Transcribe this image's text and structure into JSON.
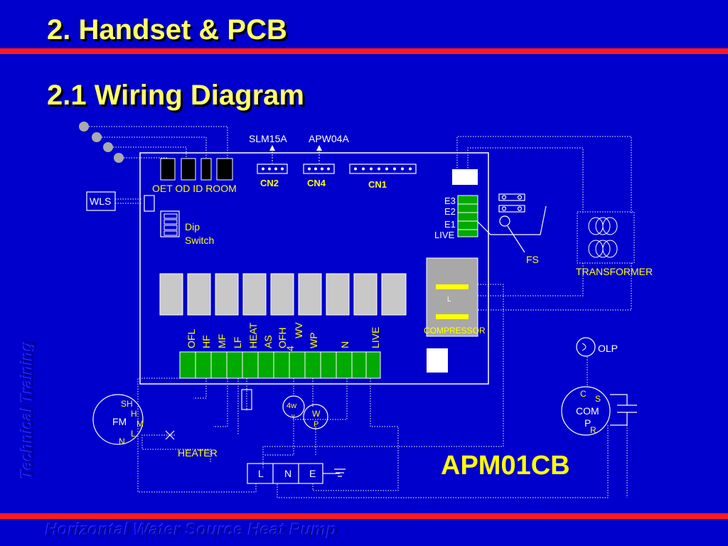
{
  "header": {
    "title": "2. Handset & PCB",
    "subtitle": "2.1 Wiring Diagram"
  },
  "side_text": "Technical Training",
  "footer_text": "Horizontal Water Source Heat Pump",
  "model": "APM01CB",
  "labels": {
    "slm15a": "SLM15A",
    "apw04a": "APW04A",
    "cn2": "CN2",
    "cn4": "CN4",
    "cn1": "CN1",
    "sensors": "OET OD ID ROOM",
    "wls": "WLS",
    "dip1": "Dip",
    "dip2": "Switch",
    "e3": "E3",
    "e2": "E2",
    "e1": "E1",
    "live": "LIVE",
    "fs": "FS",
    "transformer": "TRANSFORMER",
    "l": "L",
    "compressor": "COMPRESSOR",
    "olp": "OLP",
    "c": "C",
    "s": "S",
    "com": "COM",
    "p": "P",
    "r": "R",
    "sh": "SH",
    "h": "H",
    "fm": "FM",
    "m": "M",
    "fl": "L",
    "n": "N",
    "w4": "4w",
    "wv": "v",
    "w": "W",
    "wp": "P",
    "heater": "HEATER",
    "tL": "L",
    "tN": "N",
    "tE": "E"
  },
  "terminals": [
    "OFL",
    "HF",
    "MF",
    "LF",
    "HEAT",
    "AS",
    "OFH",
    "4",
    "WV",
    "WP",
    "N",
    "LIVE"
  ]
}
